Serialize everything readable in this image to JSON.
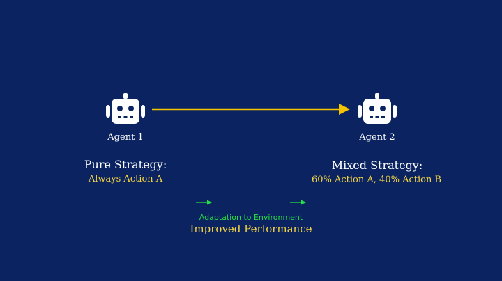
{
  "colors": {
    "background": "#0b2461",
    "main_arrow": "#f5c400",
    "adaptation": "#22e040",
    "highlight_text": "#f5d442",
    "robot": "#ffffff"
  },
  "agents": [
    {
      "icon": "robot-icon",
      "label": "Agent 1",
      "strategy_title": "Pure Strategy:",
      "strategy_detail": "Always Action A"
    },
    {
      "icon": "robot-icon",
      "label": "Agent 2",
      "strategy_title": "Mixed Strategy:",
      "strategy_detail": "60% Action A, 40% Action B"
    }
  ],
  "transition": {
    "adaptation_label": "Adaptation to Environment",
    "performance_label": "Improved Performance"
  }
}
